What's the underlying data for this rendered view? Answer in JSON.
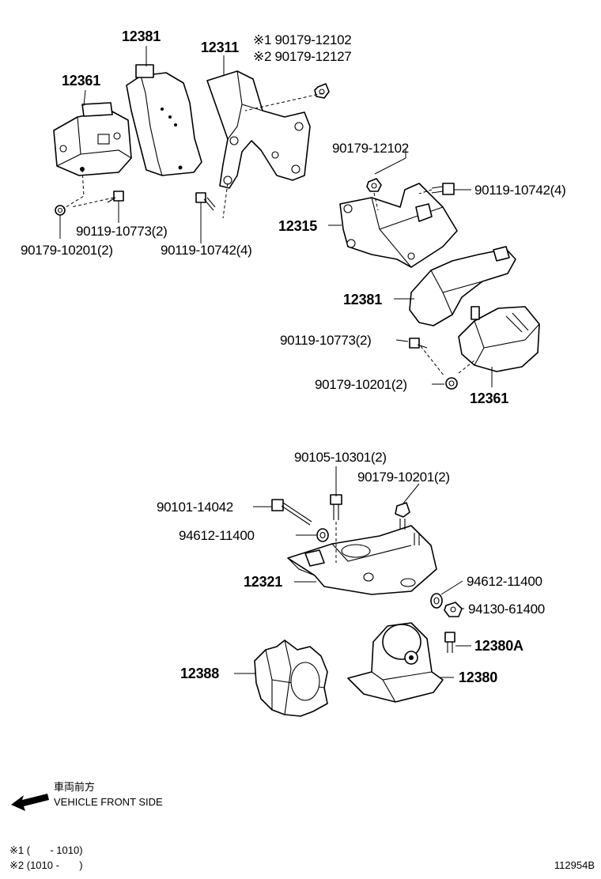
{
  "labels": {
    "l12381a": "12381",
    "l12311": "12311",
    "note1_pn": "※1 90179-12102",
    "note2_pn": "※2 90179-12127",
    "l12361a": "12361",
    "l90119_10773a": "90119-10773(2)",
    "l90179_10201a": "90179-10201(2)",
    "l90119_10742a": "90119-10742(4)",
    "l90179_12102": "90179-12102",
    "l90119_10742b": "90119-10742(4)",
    "l12315": "12315",
    "l12381b": "12381",
    "l90119_10773b": "90119-10773(2)",
    "l90179_10201b": "90179-10201(2)",
    "l12361b": "12361",
    "l90105_10301": "90105-10301(2)",
    "l90179_10201c": "90179-10201(2)",
    "l90101_14042": "90101-14042",
    "l94612_11400a": "94612-11400",
    "l12321": "12321",
    "l94612_11400b": "94612-11400",
    "l94130_61400": "94130-61400",
    "l12380A": "12380A",
    "l12388": "12388",
    "l12380": "12380"
  },
  "front": {
    "jp": "車両前方",
    "en": "VEHICLE FRONT SIDE"
  },
  "notes": {
    "n1": "※1 (       - 1010)",
    "n2": "※2 (1010 -       )"
  },
  "figure_id": "112954B"
}
